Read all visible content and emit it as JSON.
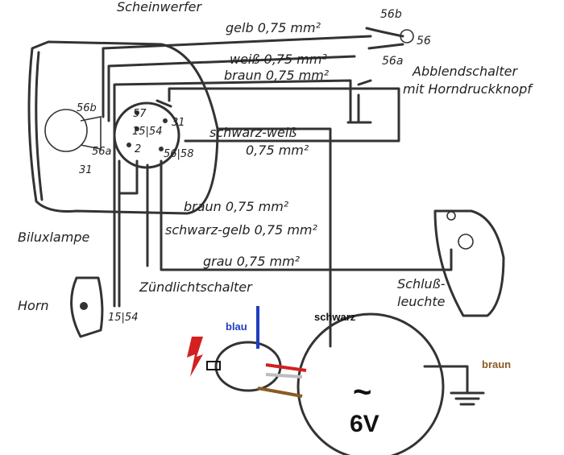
{
  "labels": {
    "headlight": "Scheinwerfer",
    "wire_yellow": "gelb 0,75 mm²",
    "wire_white": "weiß 0,75 mm²",
    "wire_brown_top": "braun 0,75 mm²",
    "wire_black_white_1": "schwarz-weiß",
    "wire_black_white_2": "0,75 mm²",
    "dimmer_switch_1": "Abblendschalter",
    "dimmer_switch_2": "mit Horndruckknopf",
    "bilux_lamp": "Biluxlampe",
    "wire_brown_mid": "braun 0,75 mm²",
    "wire_black_yellow": "schwarz-gelb 0,75 mm²",
    "wire_grey": "grau 0,75 mm²",
    "ignition_switch": "Zündlichtschalter",
    "horn": "Horn",
    "tail_light_1": "Schluß-",
    "tail_light_2": "leuchte",
    "term_56b_hl": "56b",
    "term_56a_hl": "56a",
    "term_31_hl": "31",
    "term_57": "57",
    "term_31_sw": "31",
    "term_15_54_sw": "15|54",
    "term_2": "2",
    "term_56_58": "56|58",
    "term_56b_ds": "56b",
    "term_56_ds": "56",
    "term_56a_ds": "56a",
    "term_15_54_horn": "15|54",
    "added_blue": "blau",
    "added_black": "schwarz",
    "added_brown": "braun",
    "generator_symbol": "~",
    "generator_voltage": "6V"
  },
  "colors": {
    "blue": "#1f3fbf",
    "brown": "#8a5a22",
    "red": "#d42020",
    "grey": "#bdbdbd",
    "ink": "#333333"
  }
}
